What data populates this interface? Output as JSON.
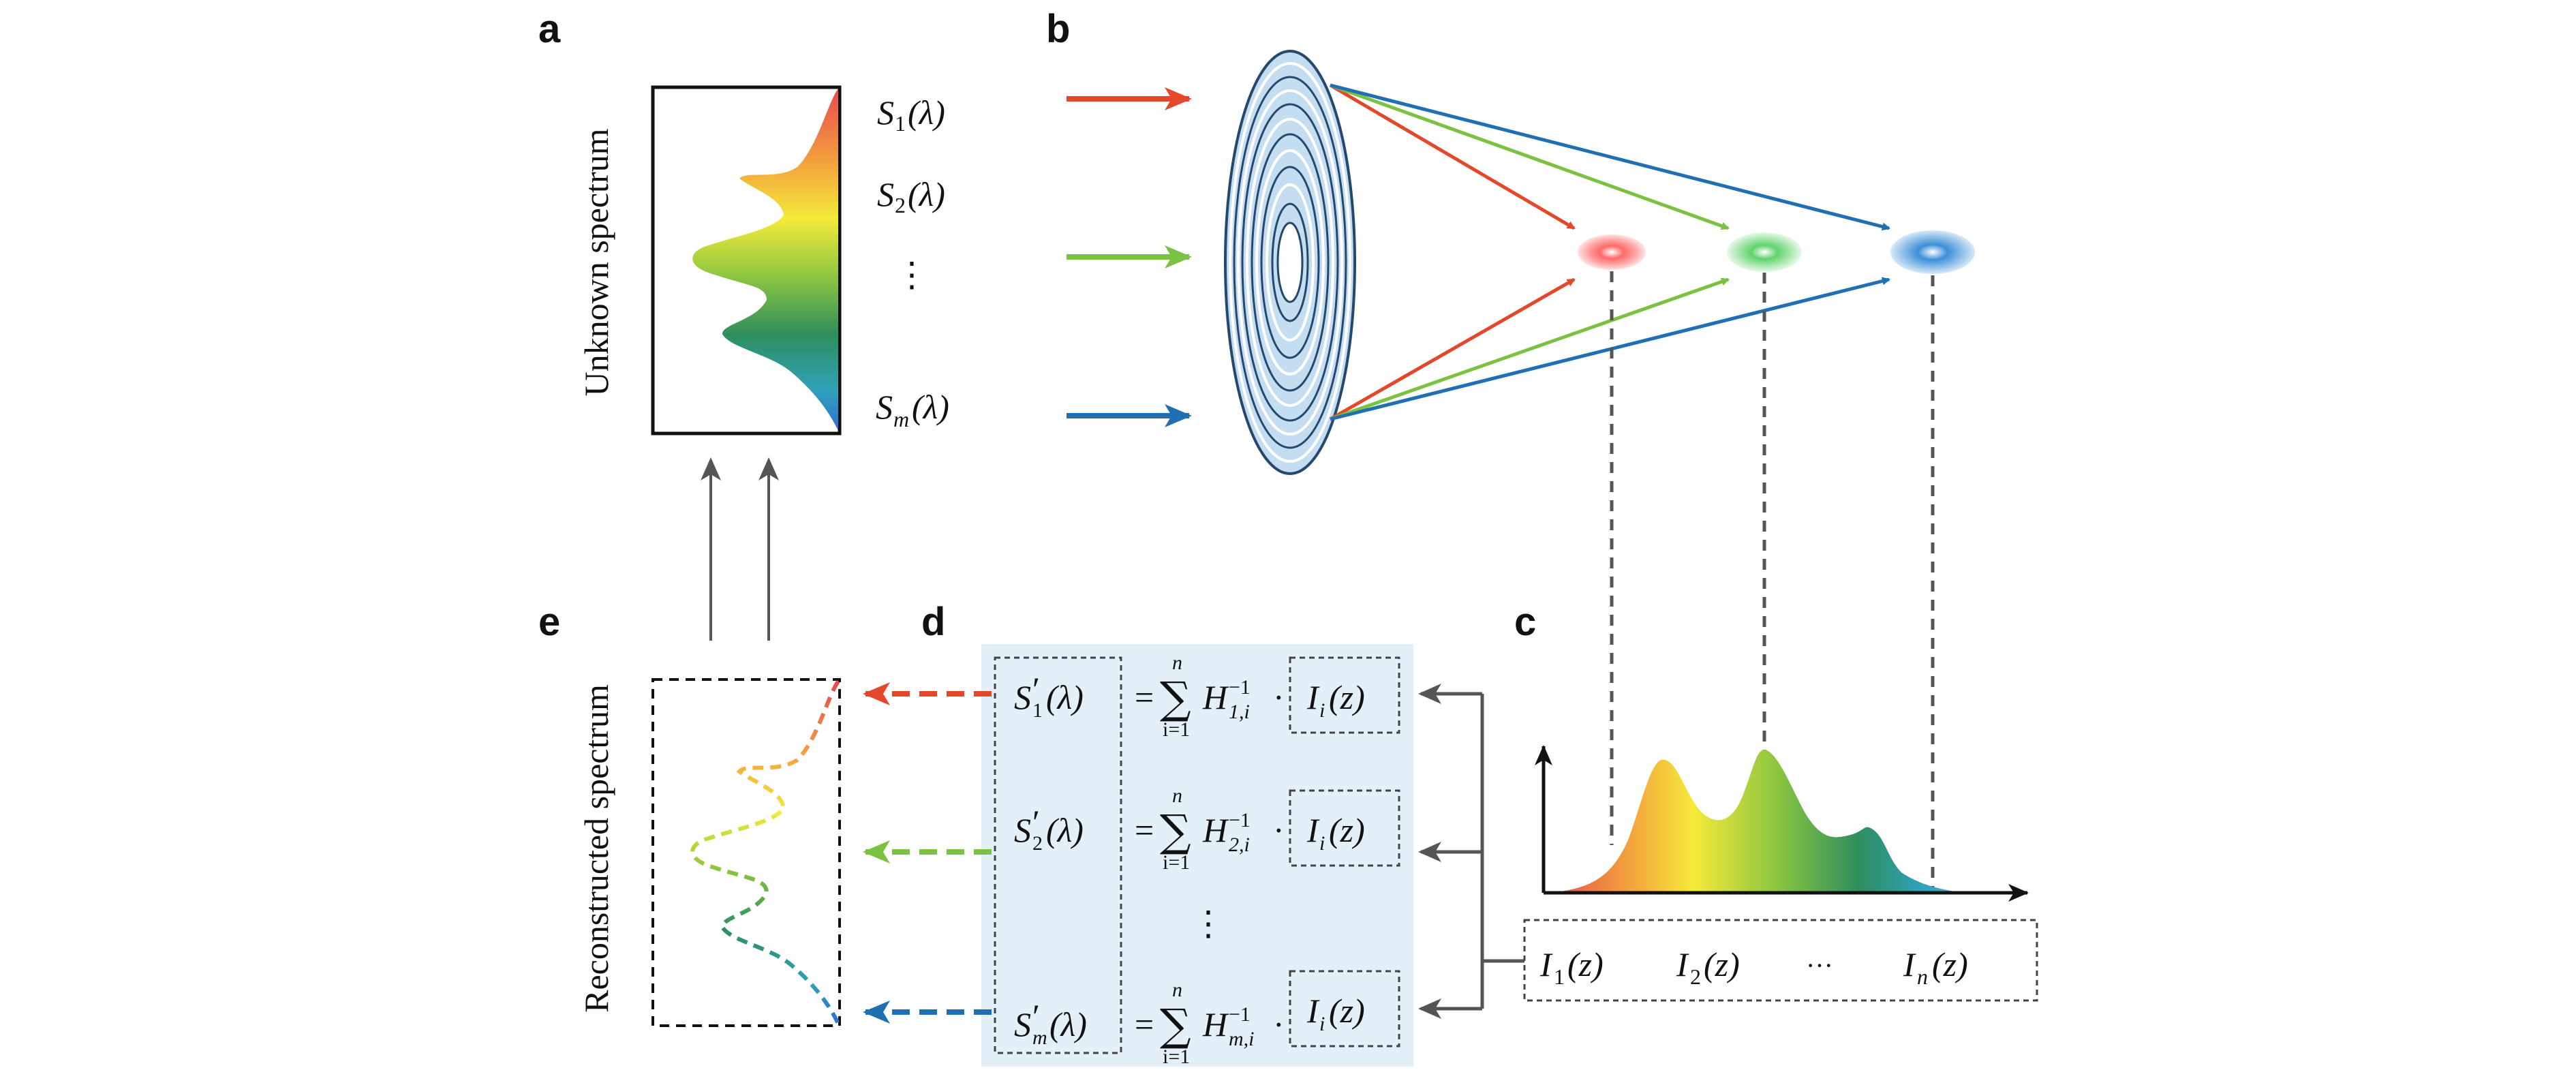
{
  "panels": {
    "a": "a",
    "b": "b",
    "c": "c",
    "d": "d",
    "e": "e"
  },
  "panel_a": {
    "ylabel": "Unknown spectrum",
    "labels": [
      {
        "sym": "S",
        "sub": "1",
        "tail": " (λ)"
      },
      {
        "sym": "S",
        "sub": "2",
        "tail": " (λ)"
      },
      {
        "sym": "⋮",
        "sub": "",
        "tail": ""
      },
      {
        "sym": "S",
        "sub": "m",
        "tail": " (λ)"
      }
    ]
  },
  "panel_e": {
    "ylabel": "Reconstructed spectrum"
  },
  "panel_d": {
    "rows": [
      {
        "lhs_sym": "S",
        "lhs_prime": "′",
        "lhs_sub": "1",
        "lhs_tail": "(λ)",
        "eq": "=",
        "sum_top": "n",
        "sum_bot": "i=1",
        "h": "H",
        "h_sup": "−1",
        "h_sub": "1,i",
        "dot": "·",
        "rhs_sym": "I",
        "rhs_sub": "i",
        "rhs_tail": "(z)"
      },
      {
        "lhs_sym": "S",
        "lhs_prime": "′",
        "lhs_sub": "2",
        "lhs_tail": "(λ)",
        "eq": "=",
        "sum_top": "n",
        "sum_bot": "i=1",
        "h": "H",
        "h_sup": "−1",
        "h_sub": "2,i",
        "dot": "·",
        "rhs_sym": "I",
        "rhs_sub": "i",
        "rhs_tail": "(z)"
      },
      {
        "lhs_sym": "S",
        "lhs_prime": "′",
        "lhs_sub": "m",
        "lhs_tail": "(λ)",
        "eq": "=",
        "sum_top": "n",
        "sum_bot": "i=1",
        "h": "H",
        "h_sup": "−1",
        "h_sub": "m,i",
        "dot": "·",
        "rhs_sym": "I",
        "rhs_sub": "i",
        "rhs_tail": "(z)"
      }
    ],
    "vdots": "⋮"
  },
  "panel_c": {
    "intensities": [
      {
        "sym": "I",
        "sub": "1",
        "tail": "(z)"
      },
      {
        "sym": "I",
        "sub": "2",
        "tail": "(z)"
      },
      {
        "sym": "···",
        "sub": "",
        "tail": ""
      },
      {
        "sym": "I",
        "sub": "n",
        "tail": "(z)"
      }
    ]
  },
  "colors": {
    "red": "#e4482b",
    "green": "#7cc242",
    "blue": "#1f6fb2",
    "panel_d_bg": "#e4f0f8",
    "lens_fill": "#c4ddf0",
    "lens_stroke": "#24486e"
  }
}
